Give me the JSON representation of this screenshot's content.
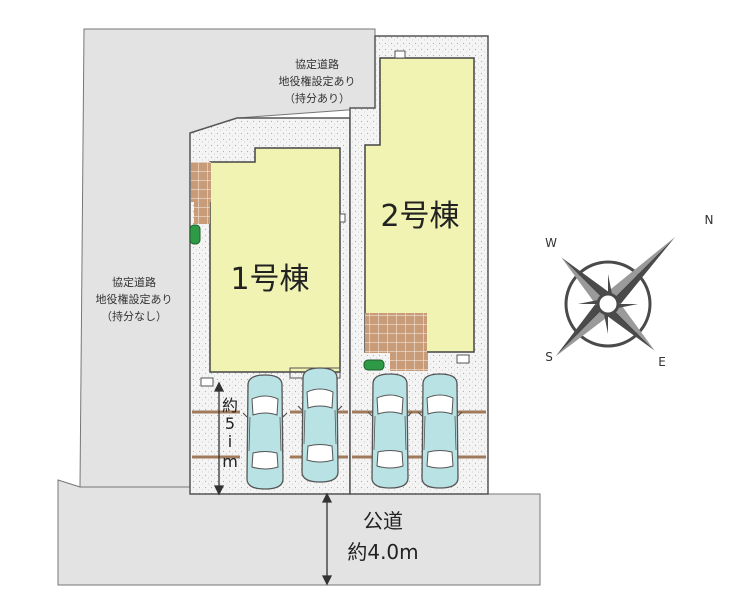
{
  "road_upper_right": {
    "lines": [
      "協定道路",
      "地役権設定あり",
      "（持分あり）"
    ]
  },
  "road_left": {
    "lines": [
      "協定道路",
      "地役権設定あり",
      "（持分なし）"
    ]
  },
  "building_1": {
    "label": "1号棟"
  },
  "building_2": {
    "label": "2号棟"
  },
  "public_road": {
    "line1": "公道",
    "line2": "約4.0m"
  },
  "parking_depth": {
    "chars": [
      "約",
      "5",
      "i",
      "m"
    ]
  },
  "compass": {
    "north": "N",
    "south": "S",
    "east": "E",
    "west": "W"
  },
  "colors": {
    "road": "#e3e3e3",
    "building": "#f0f3b2",
    "tile": "#c89b79",
    "car": "#b9e2e4",
    "shrub": "#2f9a45"
  }
}
